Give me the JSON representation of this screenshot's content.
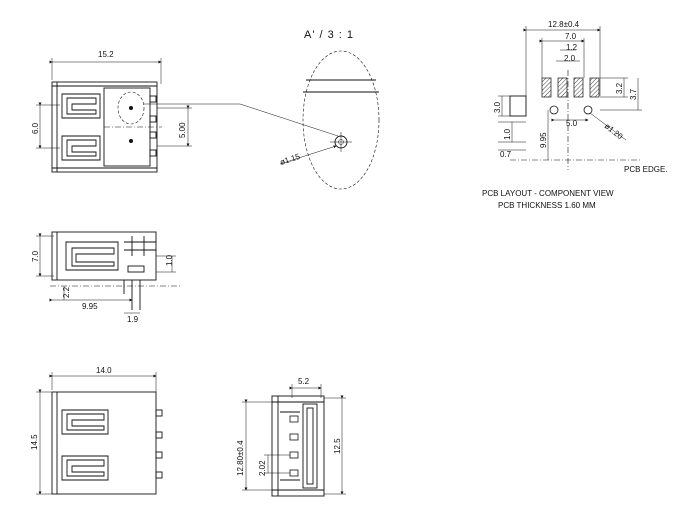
{
  "detail": {
    "title": "A' / 3 : 1",
    "hole_dia": "ø1.15"
  },
  "top_view": {
    "width": "15.2",
    "height": "6.0",
    "pin_spacing": "5.00"
  },
  "side_view": {
    "height": "7.0",
    "offset": "1.0",
    "standoff": "2.2",
    "depth": "9.95",
    "tail": "1.9"
  },
  "front_view": {
    "width": "14.0",
    "height": "14.5"
  },
  "bottom_view": {
    "width": "5.2",
    "length": "12.80±0.4",
    "pitch": "2.02",
    "body": "12.5"
  },
  "pcb_layout": {
    "overall": "12.8±0.4",
    "slot_span": "7.0",
    "inner_span": "1.2",
    "pitch": "2.0",
    "slot_len": "3.2",
    "pad_depth": "3.7",
    "pin_row_height": "3.0",
    "pin_offset": "1.0",
    "edge_offset": "0.7",
    "hole_to_edge": "9.95",
    "hole_pitch": "5.0",
    "hole_dia": "ø1.20",
    "edge_label": "PCB EDGE.",
    "caption_line1": "PCB LAYOUT - COMPONENT VIEW",
    "caption_line2": "PCB THICKNESS 1.60 MM"
  }
}
